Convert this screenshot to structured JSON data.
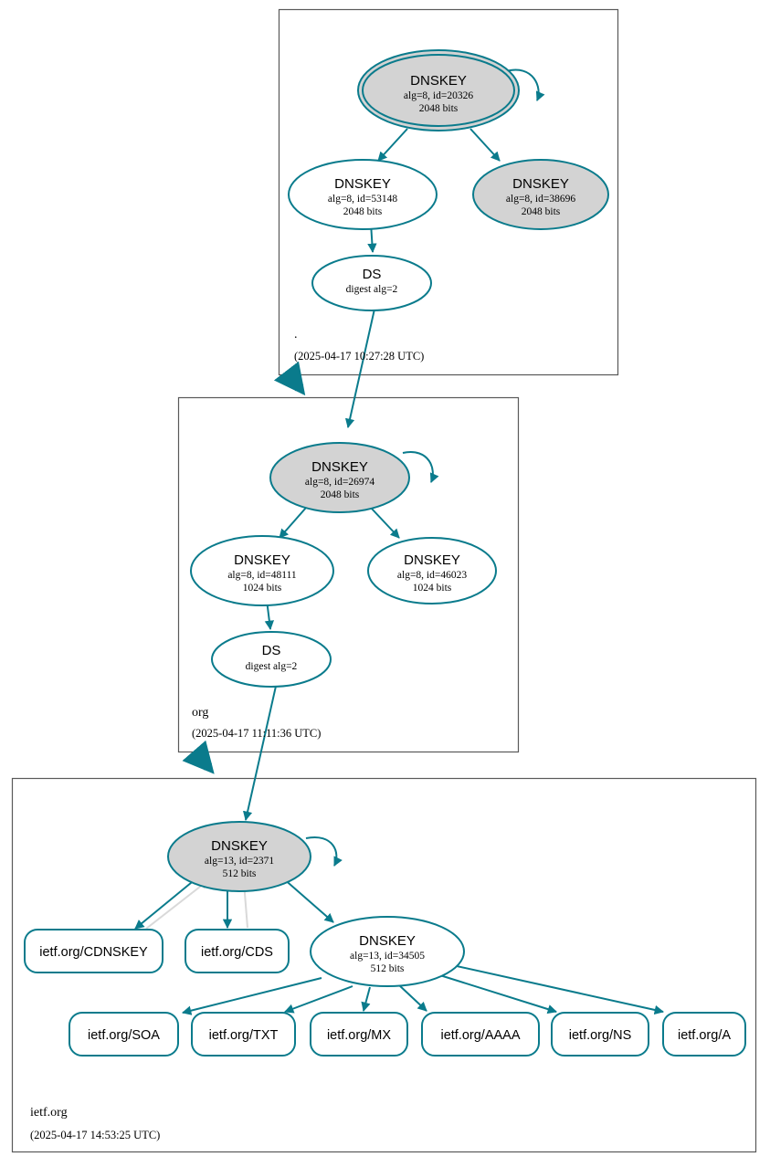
{
  "diagram": {
    "title": "DNSSEC Authentication Chain",
    "colors": {
      "node_stroke": "#0a7b8c",
      "secure_fill": "#d3d3d3",
      "plain_fill": "#ffffff",
      "zone_border": "#595959",
      "gray_edge": "#d9d9d9"
    }
  },
  "zones": [
    {
      "id": "root",
      "name": ".",
      "timestamp": "(2025-04-17 10:27:28 UTC)",
      "nodes": [
        {
          "id": "root-ksk",
          "kind": "dnskey",
          "trust_anchor": true,
          "shaded": true,
          "title": "DNSKEY",
          "line2": "alg=8, id=20326",
          "line3": "2048 bits"
        },
        {
          "id": "root-zsk-53148",
          "kind": "dnskey",
          "trust_anchor": false,
          "shaded": false,
          "title": "DNSKEY",
          "line2": "alg=8, id=53148",
          "line3": "2048 bits"
        },
        {
          "id": "root-key-38696",
          "kind": "dnskey",
          "trust_anchor": false,
          "shaded": true,
          "title": "DNSKEY",
          "line2": "alg=8, id=38696",
          "line3": "2048 bits"
        },
        {
          "id": "root-ds",
          "kind": "ds",
          "trust_anchor": false,
          "shaded": false,
          "title": "DS",
          "line2": "digest alg=2",
          "line3": ""
        }
      ]
    },
    {
      "id": "org",
      "name": "org",
      "timestamp": "(2025-04-17 11:11:36 UTC)",
      "nodes": [
        {
          "id": "org-ksk",
          "kind": "dnskey",
          "trust_anchor": false,
          "shaded": true,
          "title": "DNSKEY",
          "line2": "alg=8, id=26974",
          "line3": "2048 bits"
        },
        {
          "id": "org-zsk-48111",
          "kind": "dnskey",
          "trust_anchor": false,
          "shaded": false,
          "title": "DNSKEY",
          "line2": "alg=8, id=48111",
          "line3": "1024 bits"
        },
        {
          "id": "org-zsk-46023",
          "kind": "dnskey",
          "trust_anchor": false,
          "shaded": false,
          "title": "DNSKEY",
          "line2": "alg=8, id=46023",
          "line3": "1024 bits"
        },
        {
          "id": "org-ds",
          "kind": "ds",
          "trust_anchor": false,
          "shaded": false,
          "title": "DS",
          "line2": "digest alg=2",
          "line3": ""
        }
      ]
    },
    {
      "id": "ietforg",
      "name": "ietf.org",
      "timestamp": "(2025-04-17 14:53:25 UTC)",
      "nodes": [
        {
          "id": "ietf-ksk",
          "kind": "dnskey",
          "trust_anchor": false,
          "shaded": true,
          "title": "DNSKEY",
          "line2": "alg=13, id=2371",
          "line3": "512 bits"
        },
        {
          "id": "ietf-zsk",
          "kind": "dnskey",
          "trust_anchor": false,
          "shaded": false,
          "title": "DNSKEY",
          "line2": "alg=13, id=34505",
          "line3": "512 bits"
        }
      ],
      "rrsets": [
        {
          "id": "rr-cdnskey",
          "label": "ietf.org/CDNSKEY"
        },
        {
          "id": "rr-cds",
          "label": "ietf.org/CDS"
        },
        {
          "id": "rr-soa",
          "label": "ietf.org/SOA"
        },
        {
          "id": "rr-txt",
          "label": "ietf.org/TXT"
        },
        {
          "id": "rr-mx",
          "label": "ietf.org/MX"
        },
        {
          "id": "rr-aaaa",
          "label": "ietf.org/AAAA"
        },
        {
          "id": "rr-ns",
          "label": "ietf.org/NS"
        },
        {
          "id": "rr-a",
          "label": "ietf.org/A"
        }
      ]
    }
  ]
}
